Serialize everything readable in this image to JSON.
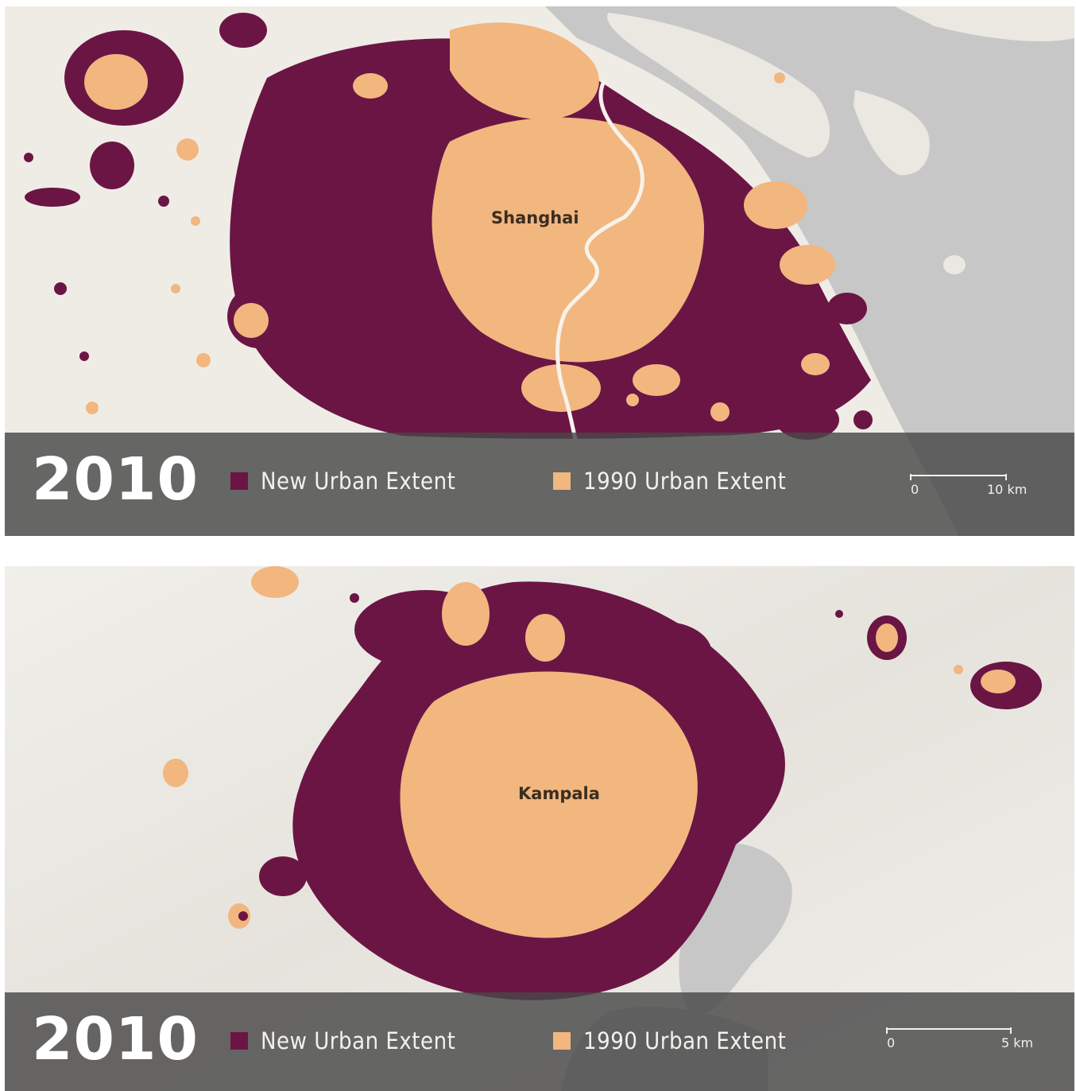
{
  "colors": {
    "new_urban": "#6b1545",
    "urban_1990": "#f2b67f",
    "land": "#efece6",
    "water": "#c7c7c7",
    "bar": "#484848",
    "bar_text": "#f4f1ec"
  },
  "maps": [
    {
      "city": "Shanghai",
      "year": "2010",
      "legend": [
        {
          "label": "New Urban Extent",
          "swatch": "new_urban",
          "icon": "square-swatch-icon"
        },
        {
          "label": "1990 Urban Extent",
          "swatch": "urban_1990",
          "icon": "square-swatch-icon"
        }
      ],
      "scale": {
        "start": "0",
        "end": "10",
        "unit": "km"
      }
    },
    {
      "city": "Kampala",
      "year": "2010",
      "legend": [
        {
          "label": "New Urban Extent",
          "swatch": "new_urban",
          "icon": "square-swatch-icon"
        },
        {
          "label": "1990 Urban Extent",
          "swatch": "urban_1990",
          "icon": "square-swatch-icon"
        }
      ],
      "scale": {
        "start": "0",
        "end": "5",
        "unit": "km"
      }
    }
  ]
}
